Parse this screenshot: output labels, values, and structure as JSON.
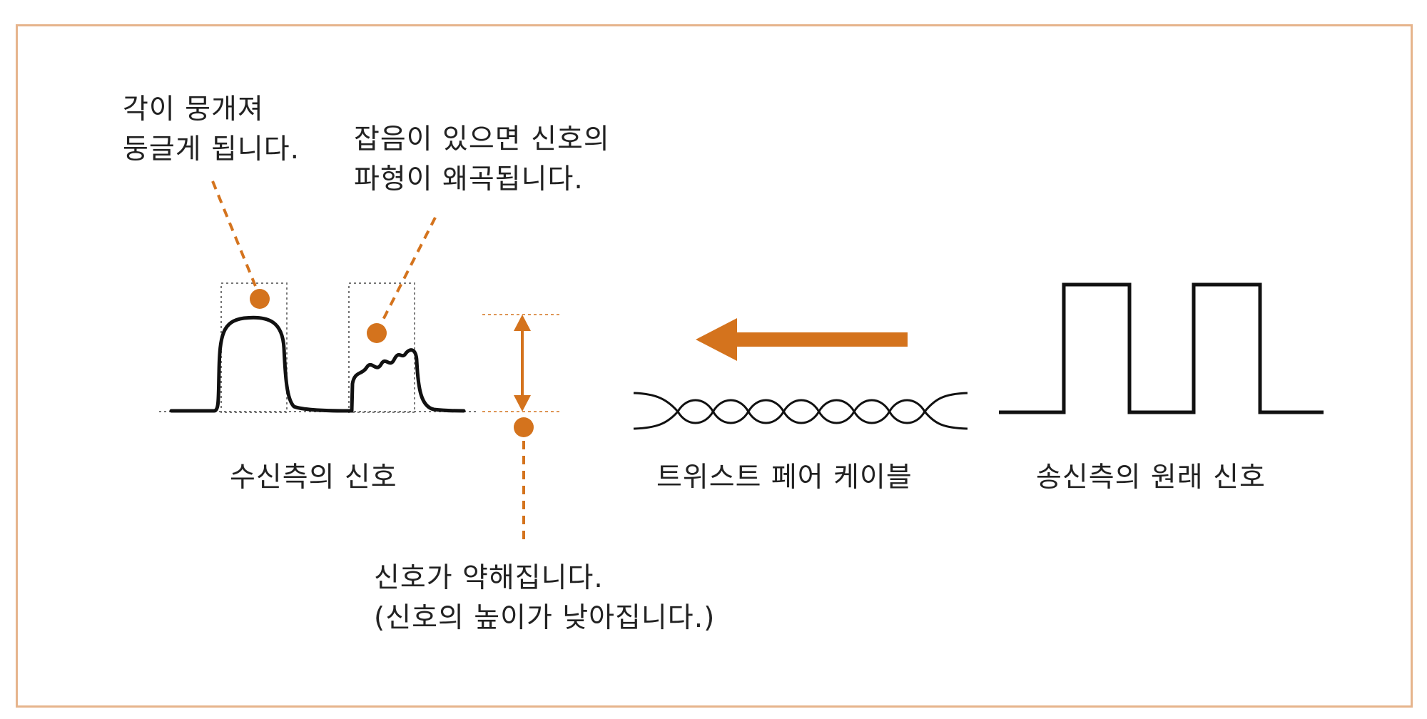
{
  "colors": {
    "accent": "#d4731d",
    "signal": "#111111",
    "frame": "#e6b48c",
    "guide": "#777777"
  },
  "annotations": {
    "rounded_corner": [
      "각이 뭉개져",
      "둥글게 됩니다."
    ],
    "noise_distortion": [
      "잡음이 있으면 신호의",
      "파형이 왜곡됩니다."
    ],
    "attenuation": [
      "신호가 약해집니다.",
      "(신호의 높이가 낮아집니다.)"
    ]
  },
  "labels": {
    "received_signal": "수신측의 신호",
    "twisted_pair": "트위스트 페어 케이블",
    "original_signal": "송신측의 원래 신호"
  },
  "icons": {
    "direction_arrow": "arrow-left",
    "cable": "twisted-pair-cable"
  }
}
